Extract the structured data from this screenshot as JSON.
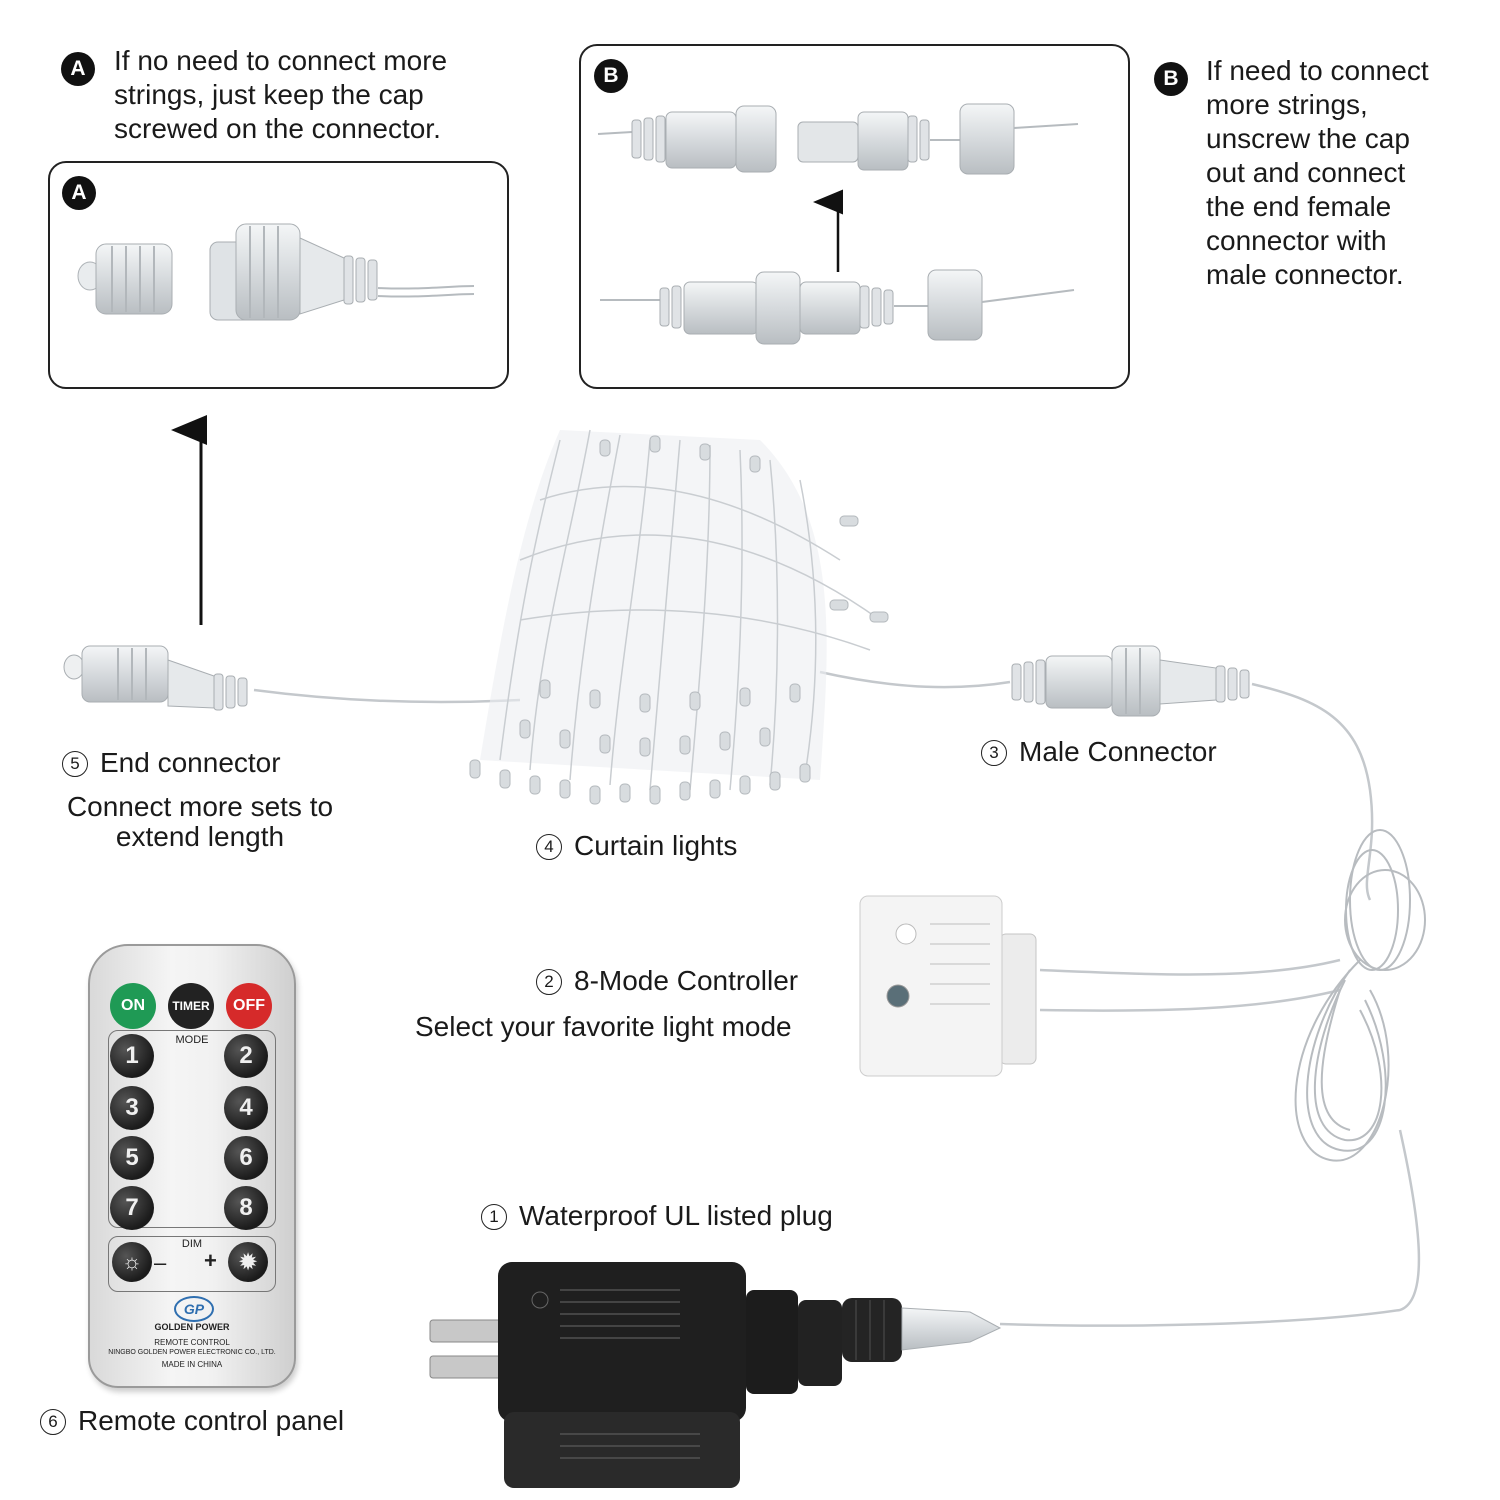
{
  "labels": {
    "badge_a": "A",
    "badge_b": "B",
    "note_a": [
      "If no need to connect more",
      "strings, just keep the cap",
      "screwed on the connector."
    ],
    "note_b": [
      "If need to connect",
      "more strings,",
      "unscrew the cap",
      "out and connect",
      "the end female",
      "connector with",
      "male connector."
    ],
    "plug": "Waterproof UL listed plug",
    "plug_num": "1",
    "controller": "8-Mode Controller",
    "controller_num": "2",
    "controller_sub": "Select your favorite light mode",
    "male": "Male Connector",
    "male_num": "3",
    "curtain": "Curtain lights",
    "curtain_num": "4",
    "end": "End connector",
    "end_num": "5",
    "end_sub": [
      "Connect more sets to",
      "extend length"
    ],
    "remote": "Remote control panel",
    "remote_num": "6"
  },
  "remote": {
    "on": "ON",
    "timer": "TIMER",
    "off": "OFF",
    "mode": "MODE",
    "keys": [
      "1",
      "2",
      "3",
      "4",
      "5",
      "6",
      "7",
      "8"
    ],
    "dim": "DIM",
    "minus": "–",
    "plus": "+",
    "logo": "GP",
    "brand": "GOLDEN POWER",
    "line1": "REMOTE CONTROL",
    "line2": "NINGBO GOLDEN POWER ELECTRONIC CO., LTD.",
    "line3": "MADE IN CHINA"
  },
  "colors": {
    "on": "#1f9a55",
    "timer": "#222222",
    "off": "#d62a2a",
    "wire": "#c4c8cc",
    "adapter": "#1c1c1c"
  }
}
